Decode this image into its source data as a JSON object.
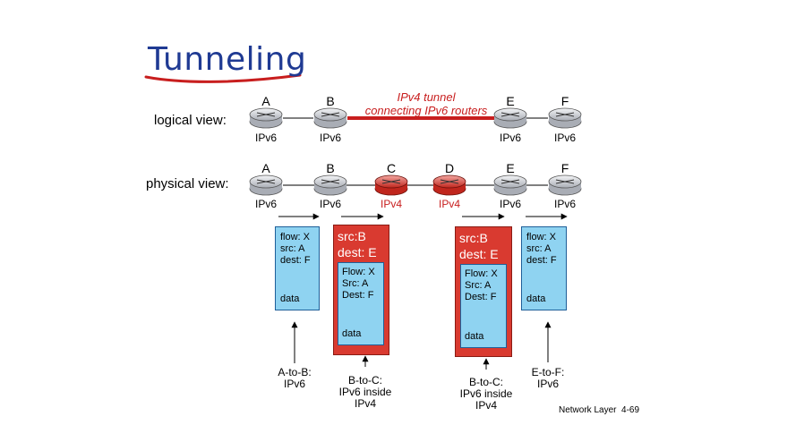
{
  "title": "Tunneling",
  "logical": {
    "label": "logical view:",
    "routers": [
      {
        "name": "A",
        "proto": "IPv6"
      },
      {
        "name": "B",
        "proto": "IPv6"
      },
      {
        "name": "E",
        "proto": "IPv6"
      },
      {
        "name": "F",
        "proto": "IPv6"
      }
    ],
    "tunnel_line1": "IPv4 tunnel",
    "tunnel_line2": "connecting IPv6 routers"
  },
  "physical": {
    "label": "physical view:",
    "routers": [
      {
        "name": "A",
        "proto": "IPv6"
      },
      {
        "name": "B",
        "proto": "IPv6"
      },
      {
        "name": "C",
        "proto": "IPv4"
      },
      {
        "name": "D",
        "proto": "IPv4"
      },
      {
        "name": "E",
        "proto": "IPv6"
      },
      {
        "name": "F",
        "proto": "IPv6"
      }
    ]
  },
  "packets": {
    "p1": {
      "flow": "flow: X",
      "src": "src: A",
      "dest": "dest: F",
      "data": "data"
    },
    "p2": {
      "outer_src": "src:B",
      "outer_dest": "dest: E",
      "flow": "Flow: X",
      "src": "Src: A",
      "dest": "Dest: F",
      "data": "data"
    },
    "p3": {
      "outer_src": "src:B",
      "outer_dest": "dest: E",
      "flow": "Flow: X",
      "src": "Src: A",
      "dest": "Dest: F",
      "data": "data"
    },
    "p4": {
      "flow": "flow: X",
      "src": "src: A",
      "dest": "dest: F",
      "data": "data"
    }
  },
  "captions": {
    "c1": [
      "A-to-B:",
      "IPv6"
    ],
    "c2": [
      "B-to-C:",
      "IPv6 inside",
      "IPv4"
    ],
    "c3": [
      "B-to-C:",
      "IPv6 inside",
      "IPv4"
    ],
    "c4": [
      "E-to-F:",
      "IPv6"
    ]
  },
  "footer": "Network Layer  4-69",
  "colors": {
    "title": "#1f3a93",
    "ipv4": "#c81e1e",
    "packet_blue": "#8fd3f1",
    "packet_red": "#d93a30",
    "router_gray": "#c9ccd1",
    "router_red": "#d93a30"
  }
}
